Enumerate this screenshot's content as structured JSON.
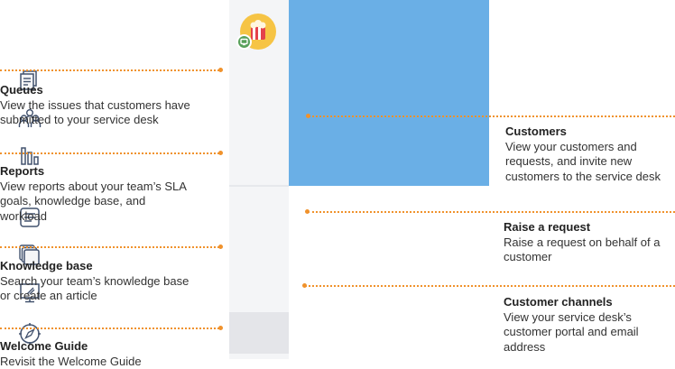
{
  "left_callouts": [
    {
      "title": "Queues",
      "desc": "View the issues that customers have submitted to your service desk"
    },
    {
      "title": "Reports",
      "desc": "View reports about your team’s SLA goals, knowledge base, and workload"
    },
    {
      "title": "Knowledge base",
      "desc": "Search your team’s knowledge base or create an article"
    },
    {
      "title": "Welcome Guide",
      "desc": "Revisit the Welcome Guide"
    }
  ],
  "right_callouts": [
    {
      "title": "Customers",
      "desc": "View your customers and requests, and invite new customers to the service desk"
    },
    {
      "title": "Raise a request",
      "desc": "Raise a request on behalf of a customer"
    },
    {
      "title": "Customer channels",
      "desc": "View your service desk’s customer portal and email address"
    }
  ],
  "colors": {
    "accent_dots": "#f0922c",
    "highlight_panel": "#6aafe6",
    "sidebar_bg": "#f4f5f7"
  },
  "sidebar_icons": [
    "project-avatar-icon",
    "queues-icon",
    "customers-icon",
    "reports-icon",
    "raise-request-icon",
    "knowledge-base-icon",
    "customer-channels-icon",
    "welcome-guide-compass-icon"
  ]
}
